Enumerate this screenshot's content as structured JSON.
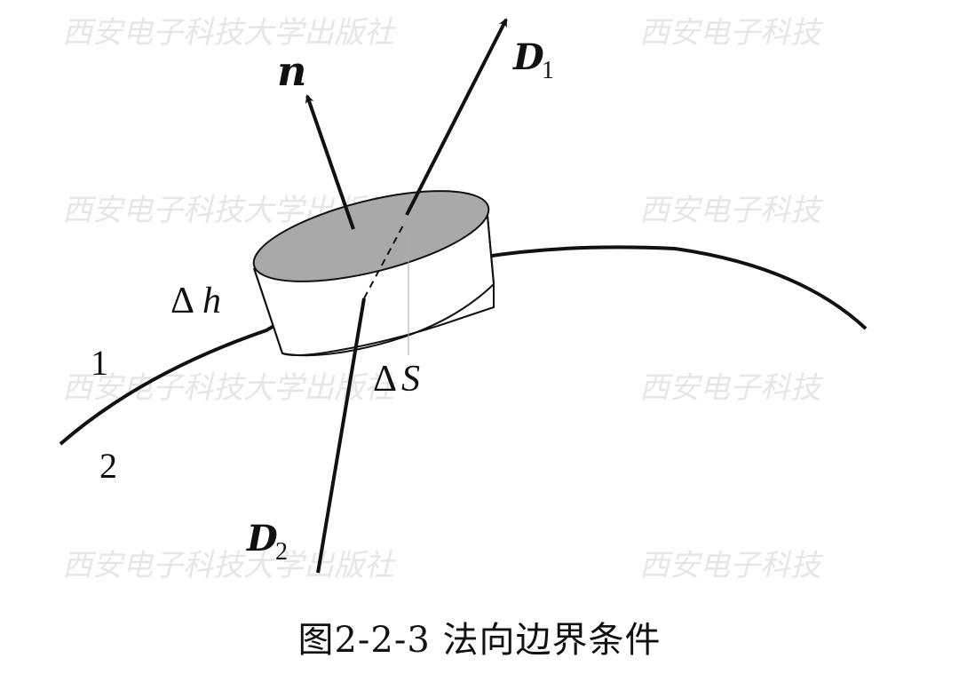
{
  "labels": {
    "normal": "n",
    "d1_main": "D",
    "d1_sub": "1",
    "d2_main": "D",
    "d2_sub": "2",
    "delta_h_sym": "Δ",
    "delta_h_var": "h",
    "delta_s_sym": "Δ",
    "delta_s_var": "S",
    "region_1": "1",
    "region_2": "2"
  },
  "watermark": {
    "text_full": "西安电子科技大学出版社",
    "text_short": "西安电子科技"
  },
  "caption": "图2-2-3  法向边界条件",
  "colors": {
    "stroke": "#111111",
    "cap_fill": "#a9a9a9",
    "watermark": "#e6e6e6"
  }
}
